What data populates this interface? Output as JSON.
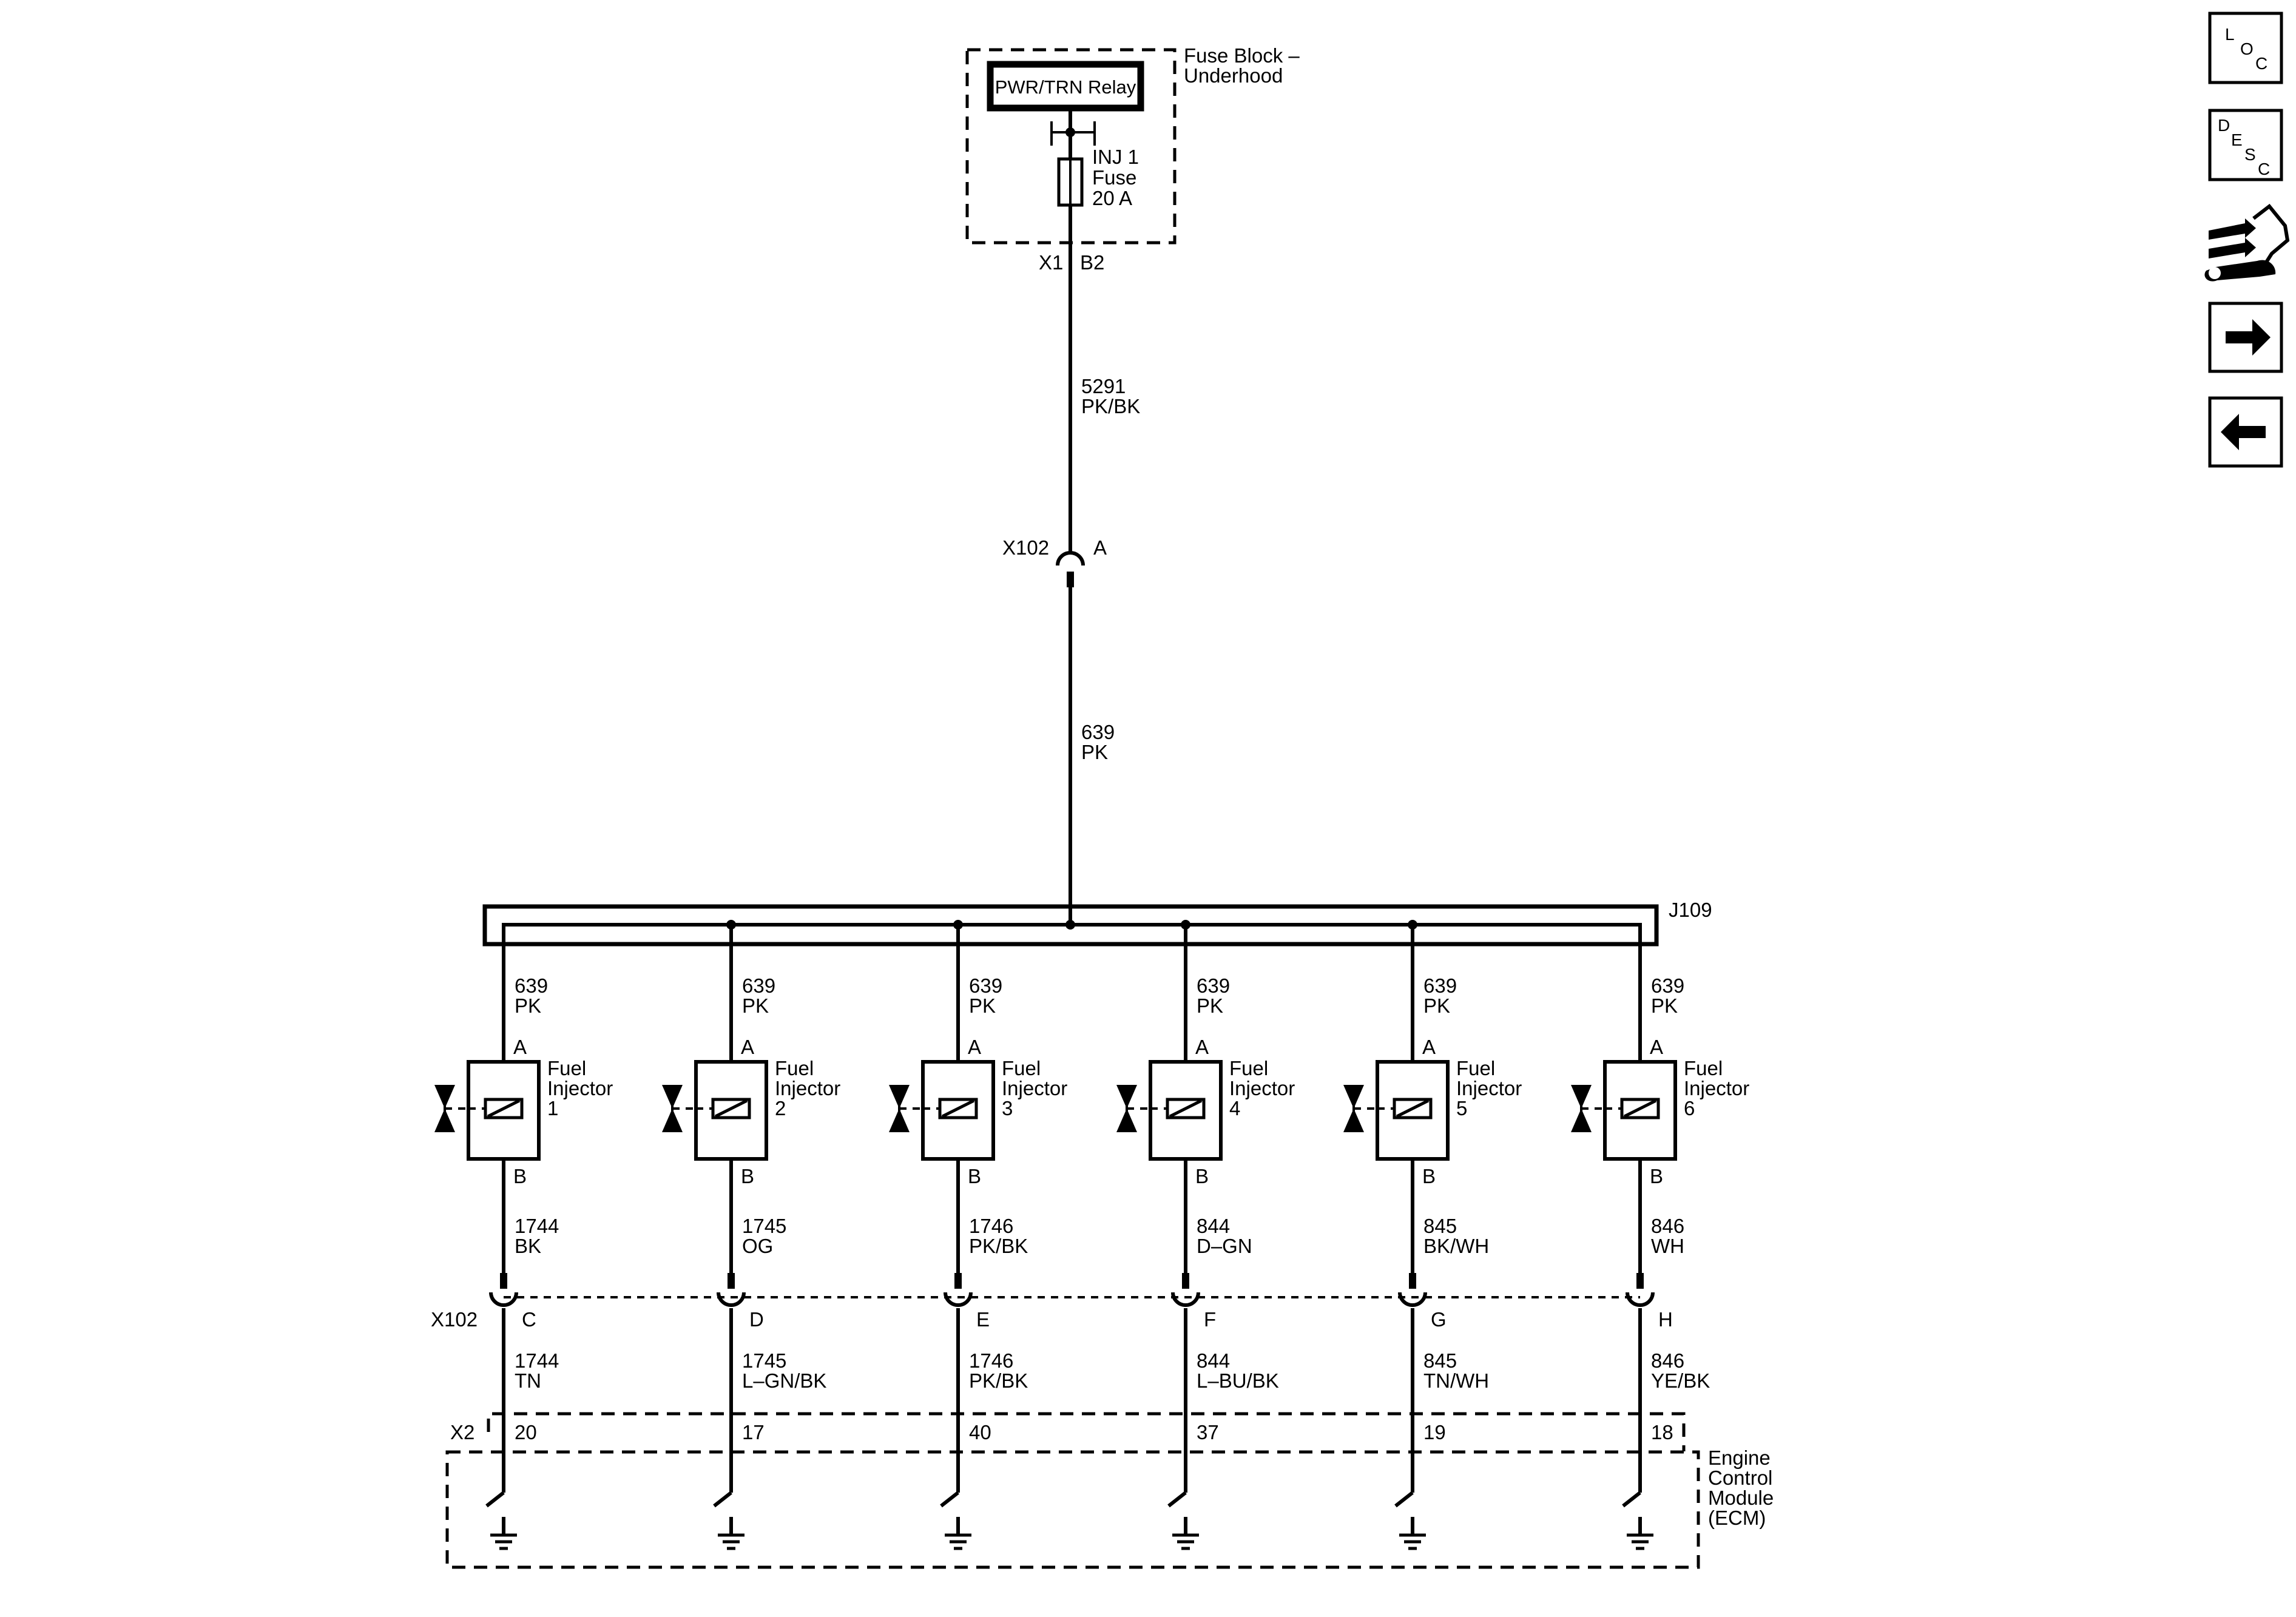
{
  "fuse_block": {
    "title_line1": "Fuse Block –",
    "title_line2": "Underhood",
    "relay_label": "PWR/TRN Relay",
    "fuse_name": "INJ 1",
    "fuse_word": "Fuse",
    "fuse_rating": "20 A",
    "connector": "X1",
    "pin": "B2"
  },
  "feed_wire": {
    "circuit": "5291",
    "color": "PK/BK"
  },
  "inline_connector": {
    "name": "X102",
    "pin": "A"
  },
  "bus_wire": {
    "circuit": "639",
    "color": "PK"
  },
  "splice": {
    "name": "J109"
  },
  "injector_name": [
    "Fuel",
    "Injector"
  ],
  "injectors": [
    {
      "number": "1",
      "feed_circuit": "639",
      "feed_color": "PK",
      "pin_top": "A",
      "pin_bottom": "B",
      "out_circuit": "1744",
      "out_color": "BK",
      "x102_pin": "C",
      "ecm_circuit": "1744",
      "ecm_color": "TN",
      "ecm_pin": "20"
    },
    {
      "number": "2",
      "feed_circuit": "639",
      "feed_color": "PK",
      "pin_top": "A",
      "pin_bottom": "B",
      "out_circuit": "1745",
      "out_color": "OG",
      "x102_pin": "D",
      "ecm_circuit": "1745",
      "ecm_color": "L–GN/BK",
      "ecm_pin": "17"
    },
    {
      "number": "3",
      "feed_circuit": "639",
      "feed_color": "PK",
      "pin_top": "A",
      "pin_bottom": "B",
      "out_circuit": "1746",
      "out_color": "PK/BK",
      "x102_pin": "E",
      "ecm_circuit": "1746",
      "ecm_color": "PK/BK",
      "ecm_pin": "40"
    },
    {
      "number": "4",
      "feed_circuit": "639",
      "feed_color": "PK",
      "pin_top": "A",
      "pin_bottom": "B",
      "out_circuit": "844",
      "out_color": "D–GN",
      "x102_pin": "F",
      "ecm_circuit": "844",
      "ecm_color": "L–BU/BK",
      "ecm_pin": "37"
    },
    {
      "number": "5",
      "feed_circuit": "639",
      "feed_color": "PK",
      "pin_top": "A",
      "pin_bottom": "B",
      "out_circuit": "845",
      "out_color": "BK/WH",
      "x102_pin": "G",
      "ecm_circuit": "845",
      "ecm_color": "TN/WH",
      "ecm_pin": "19"
    },
    {
      "number": "6",
      "feed_circuit": "639",
      "feed_color": "PK",
      "pin_top": "A",
      "pin_bottom": "B",
      "out_circuit": "846",
      "out_color": "WH",
      "x102_pin": "H",
      "ecm_circuit": "846",
      "ecm_color": "YE/BK",
      "ecm_pin": "18"
    }
  ],
  "lower_connector": {
    "name": "X102"
  },
  "ecm": {
    "connector": "X2",
    "name_lines": [
      "Engine",
      "Control",
      "Module",
      "(ECM)"
    ]
  },
  "sidebar": {
    "loc": {
      "l1": "L",
      "l2": "O",
      "l3": "C"
    },
    "desc": {
      "l1": "D",
      "l2": "E",
      "l3": "S",
      "l4": "C"
    },
    "connector_icon": "connector-repair-icon",
    "next_icon": "arrow-right-icon",
    "back_icon": "arrow-left-icon"
  }
}
